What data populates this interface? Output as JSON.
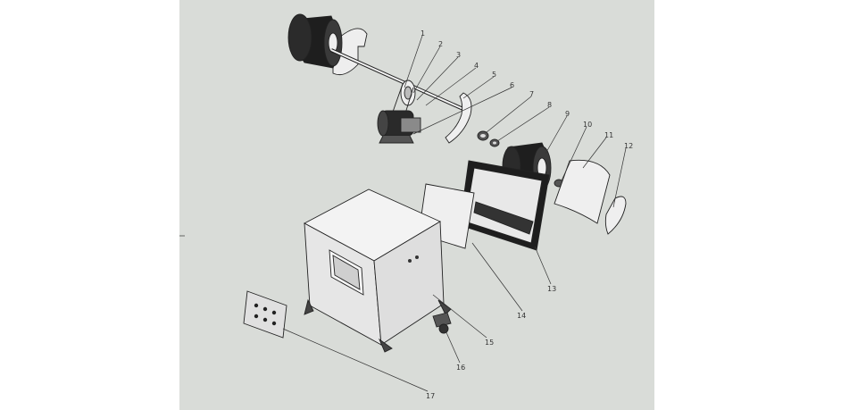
{
  "colors": {
    "background": "#ffffff",
    "drawing_background": "#d9dcd8",
    "line": "#333333",
    "part_dark": "#1e1e1e",
    "part_light": "#eeeeee"
  },
  "diagram": {
    "callouts": [
      "1",
      "2",
      "3",
      "4",
      "5",
      "6",
      "7",
      "8",
      "9",
      "10",
      "11",
      "12",
      "13",
      "14",
      "15",
      "16",
      "17"
    ]
  }
}
